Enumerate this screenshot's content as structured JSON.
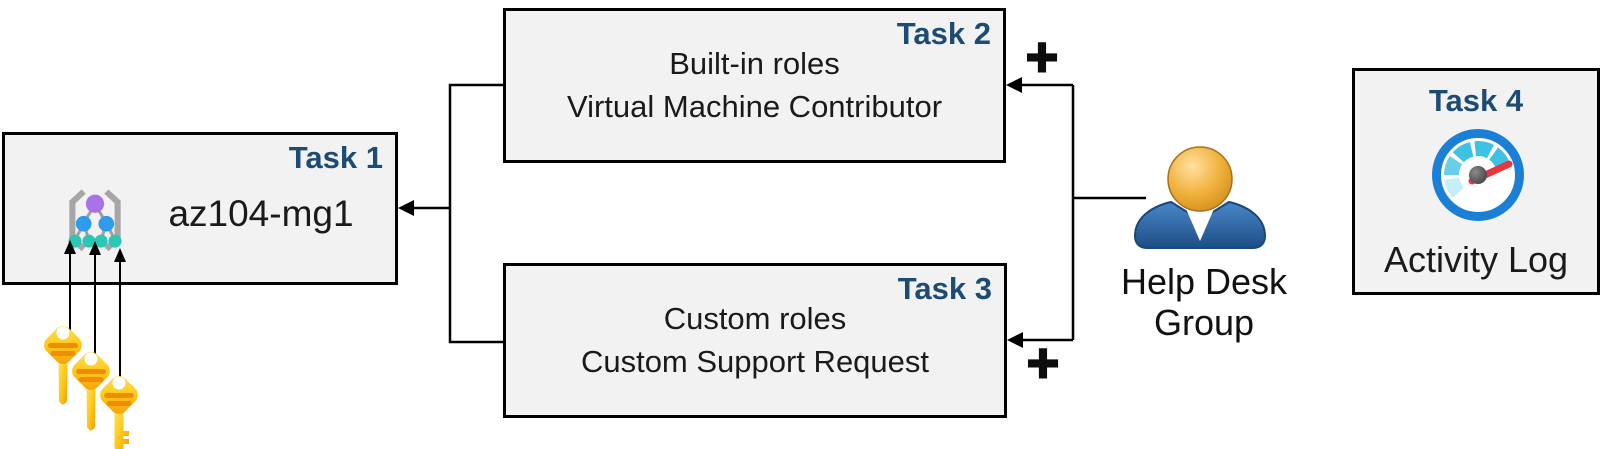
{
  "diagram": {
    "task1": {
      "label": "Task 1",
      "name": "az104-mg1",
      "icon": "management-group-icon"
    },
    "task2": {
      "label": "Task 2",
      "line1": "Built-in roles",
      "line2": "Virtual Machine Contributor"
    },
    "task3": {
      "label": "Task 3",
      "line1": "Custom roles",
      "line2": "Custom Support Request"
    },
    "task4": {
      "label": "Task 4",
      "name": "Activity Log",
      "icon": "activity-log-gauge-icon"
    },
    "actor": {
      "line1": "Help Desk",
      "line2": "Group",
      "icon": "person-icon"
    },
    "icons": {
      "plus": "+",
      "keys": "key-icon"
    },
    "colors": {
      "task_label_navy": "#1c4b73",
      "box_fill": "#f2f2f2",
      "box_border": "#000000",
      "connector_black": "#000000",
      "key_gold": "#ffc91a",
      "key_stripe_orange": "#ef8d06",
      "person_shirt_blue": "#2d6cb5",
      "person_head_gold": "#f0b13c",
      "gauge_ring_blue": "#1b7fd6",
      "gauge_dial_cyan": "#3ec2e1",
      "gauge_dial_light": "#c5edfb",
      "gauge_needle_red": "#e8363e",
      "mg_purple": "#a873e6",
      "mg_blue": "#2f9ceb",
      "mg_teal": "#2bc6b4",
      "mg_bracket_gray": "#a6a6a6"
    }
  }
}
